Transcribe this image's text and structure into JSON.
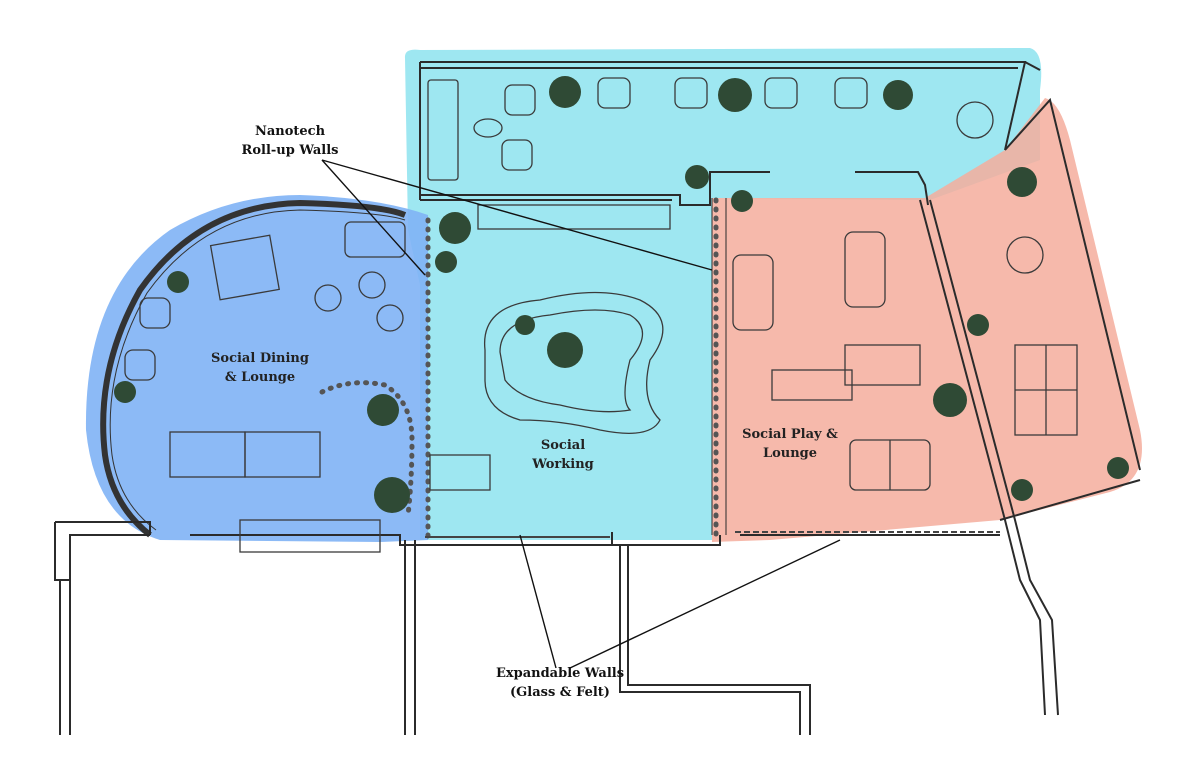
{
  "labels": {
    "dining": {
      "line1": "Social Dining",
      "line2": "& Lounge"
    },
    "working": {
      "line1": "Social",
      "line2": "Working"
    },
    "play": {
      "line1": "Social Play &",
      "line2": "Lounge"
    },
    "nanotech": {
      "line1": "Nanotech",
      "line2": "Roll-up Walls"
    },
    "expand": {
      "line1": "Expandable Walls",
      "line2": "(Glass & Felt)"
    }
  },
  "colors": {
    "dining": "#7fb2f5",
    "working": "#8de3ef",
    "play": "#f4ad9c",
    "wall": "#2b2b2b",
    "plant": "#2f4a35",
    "leader": "#111111"
  }
}
